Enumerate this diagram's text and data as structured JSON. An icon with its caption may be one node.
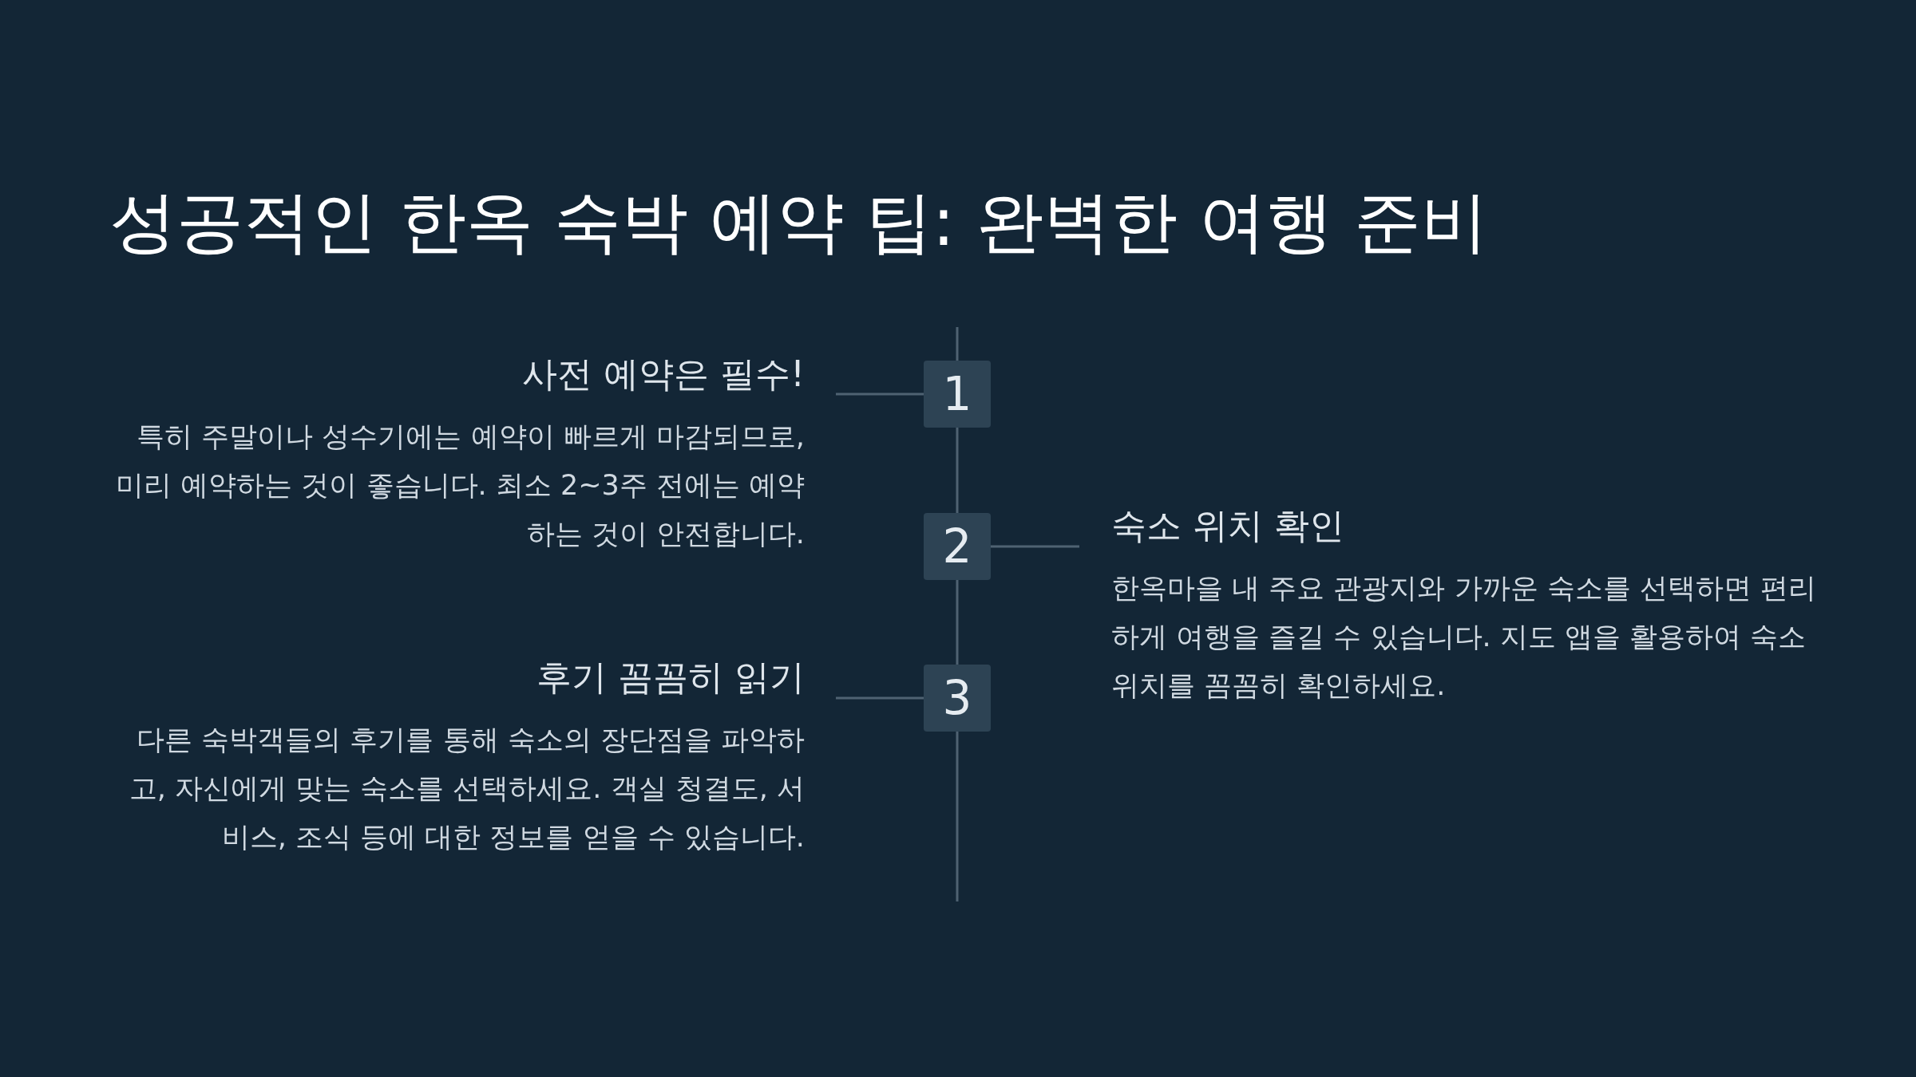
{
  "diagram": {
    "title": "성공적인 한옥 숙박 예약 팁: 완벽한 여행 준비",
    "nodes": [
      {
        "text": [
          "사전 예약은 필수!",
          "특히 주말이나 성수기에는 예약이 빠르게 마감되므로, 미리 예약하는 것이 좋습니다. 최소 2~3주 전에는 예약하는 것이 안전합니다."
        ]
      },
      {
        "text": [
          "1"
        ]
      },
      {
        "text": [
          "2"
        ]
      },
      {
        "text": [
          "숙소 위치 확인",
          "한옥마을 내 주요 관광지와 가까운 숙소를 선택하면 편리하게 여행을 즐길 수 있습니다. 지도 앱을 활용하여 숙소 위치를 꼼꼼히 확인하세요."
        ]
      },
      {
        "text": [
          "후기 꼼꼼히 읽기",
          "다른 숙박객들의 후기를 통해 숙소의 장단점을 파악하고, 자신에게 맞는 숙소를 선택하세요. 객실 청결도, 서비스, 조식 등에 대한 정보를 얻을 수 있습니다."
        ]
      },
      {
        "text": [
          "3"
        ]
      }
    ],
    "edges": [
      {
        "from": 0,
        "to": 1,
        "arrow": "none"
      },
      {
        "from": 1,
        "to": 2,
        "arrow": "none"
      },
      {
        "from": 2,
        "to": 3,
        "arrow": "none"
      },
      {
        "from": 2,
        "to": 5,
        "arrow": "none"
      },
      {
        "from": 4,
        "to": 5,
        "arrow": "none"
      }
    ]
  }
}
